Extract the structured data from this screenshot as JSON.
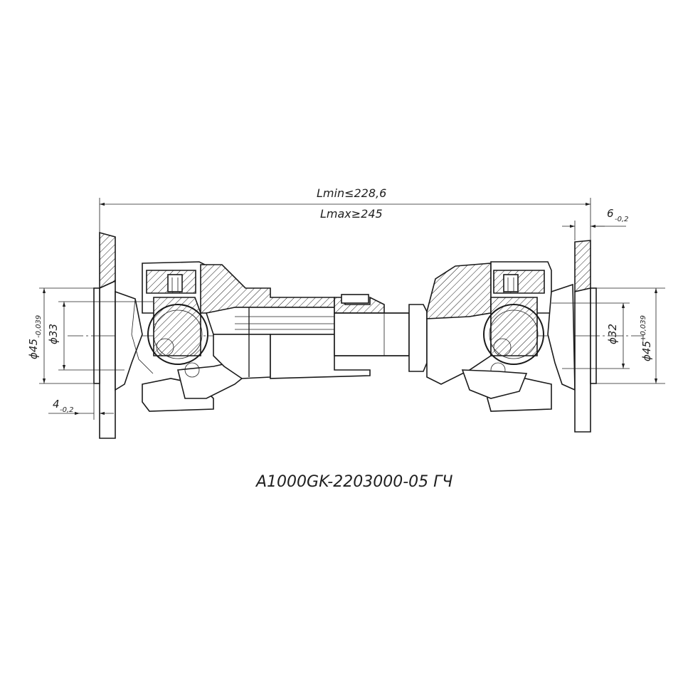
{
  "dimensions": {
    "overall_length_min": "Lmin≤228,6",
    "overall_length_max": "Lmax≥245",
    "flange_thickness_right": {
      "value": "6",
      "tol": "-0,2"
    },
    "flange_thickness_left": {
      "value": "4",
      "tol": "-0,2"
    },
    "left_pilot_diameter": {
      "value": "ϕ45",
      "tol": "-0,039"
    },
    "left_inner_diameter": "ϕ33",
    "right_inner_diameter": "ϕ32",
    "right_pilot_diameter": {
      "value": "ϕ45",
      "tol": "+0,039"
    }
  },
  "part_number": "A1000GK-2203000-05 ГЧ"
}
